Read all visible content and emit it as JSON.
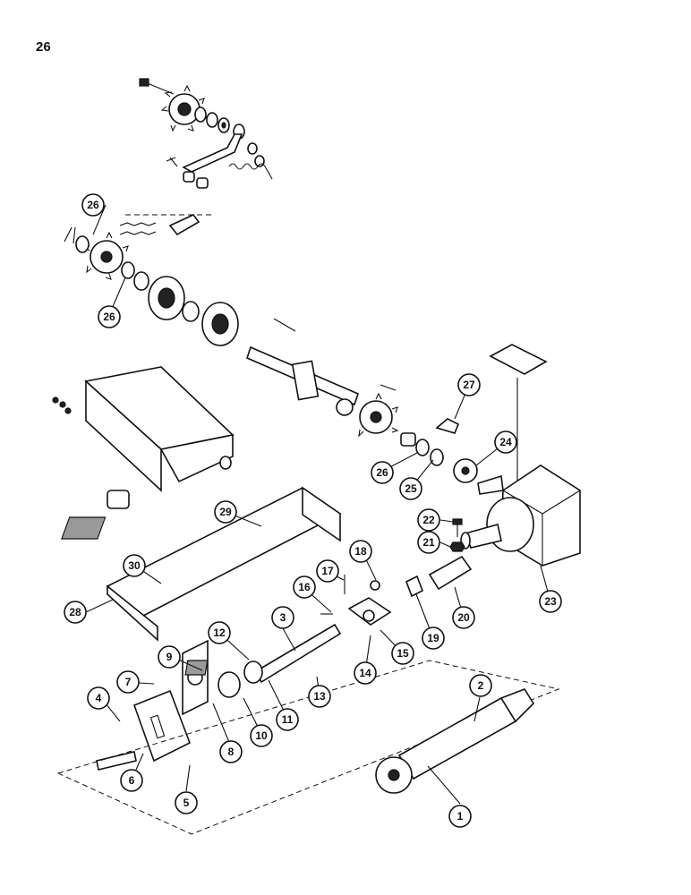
{
  "page_number": "26",
  "callouts": [
    {
      "id": "c1",
      "label": "1"
    },
    {
      "id": "c2",
      "label": "2"
    },
    {
      "id": "c3",
      "label": "3"
    },
    {
      "id": "c4",
      "label": "4"
    },
    {
      "id": "c5",
      "label": "5"
    },
    {
      "id": "c6",
      "label": "6"
    },
    {
      "id": "c7",
      "label": "7"
    },
    {
      "id": "c8",
      "label": "8"
    },
    {
      "id": "c9",
      "label": "9"
    },
    {
      "id": "c10",
      "label": "10"
    },
    {
      "id": "c11",
      "label": "11"
    },
    {
      "id": "c12",
      "label": "12"
    },
    {
      "id": "c13",
      "label": "13"
    },
    {
      "id": "c14",
      "label": "14"
    },
    {
      "id": "c15",
      "label": "15"
    },
    {
      "id": "c16",
      "label": "16"
    },
    {
      "id": "c17",
      "label": "17"
    },
    {
      "id": "c18",
      "label": "18"
    },
    {
      "id": "c19",
      "label": "19"
    },
    {
      "id": "c20",
      "label": "20"
    },
    {
      "id": "c21",
      "label": "21"
    },
    {
      "id": "c22",
      "label": "22"
    },
    {
      "id": "c23",
      "label": "23"
    },
    {
      "id": "c24",
      "label": "24"
    },
    {
      "id": "c25",
      "label": "25"
    },
    {
      "id": "c26a",
      "label": "26"
    },
    {
      "id": "c26b",
      "label": "26"
    },
    {
      "id": "c26c",
      "label": "26"
    },
    {
      "id": "c27",
      "label": "27"
    },
    {
      "id": "c28",
      "label": "28"
    },
    {
      "id": "c29",
      "label": "29"
    },
    {
      "id": "c30",
      "label": "30"
    }
  ]
}
